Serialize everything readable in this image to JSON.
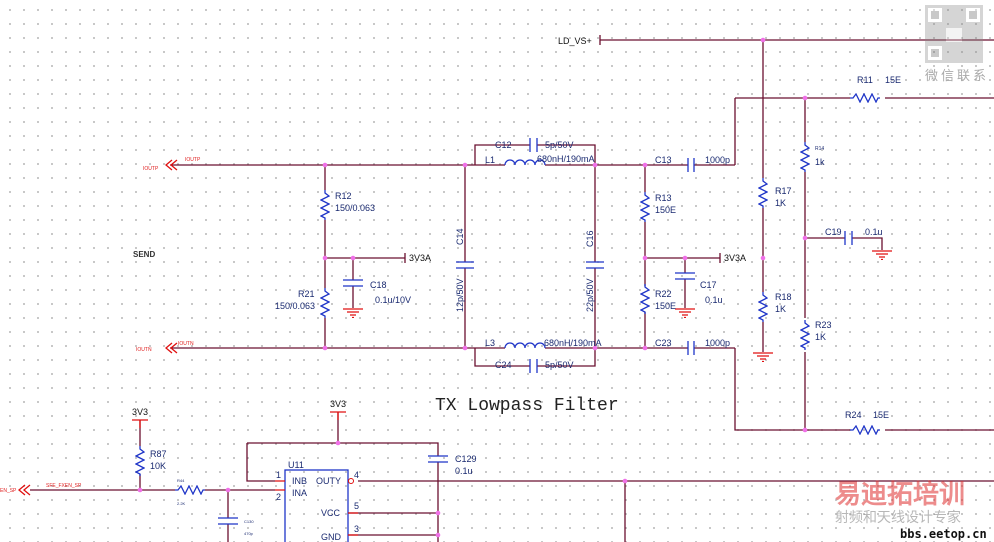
{
  "title": "TX Lowpass Filter",
  "nets": {
    "ld_vs": "LD_VS+",
    "v3a_1": "3V3A",
    "v3a_2": "3V3A",
    "v3_1": "3V3",
    "v3_2": "3V3",
    "iout_p": "IOUTP",
    "iout_n": "IOUTN",
    "send": "SEND",
    "sfe": "SFE_FXEN_SP",
    "sfe_port": "EN_SP"
  },
  "components": {
    "R11": {
      "ref": "R11",
      "value": "15E"
    },
    "R14": {
      "ref": "R14",
      "value": "1k"
    },
    "R17": {
      "ref": "R17",
      "value": "1K"
    },
    "R18": {
      "ref": "R18",
      "value": "1K"
    },
    "R23": {
      "ref": "R23",
      "value": "1K"
    },
    "R24": {
      "ref": "R24",
      "value": "15E"
    },
    "C19": {
      "ref": "C19",
      "value": "0.1u"
    },
    "R12": {
      "ref": "R12",
      "value": "150/0.063"
    },
    "R21": {
      "ref": "R21",
      "value": "150/0.063"
    },
    "C18": {
      "ref": "C18",
      "value": "0.1u/10V"
    },
    "C12": {
      "ref": "C12",
      "value": "5p/50V"
    },
    "C24": {
      "ref": "C24",
      "value": "5p/50V"
    },
    "L1": {
      "ref": "L1",
      "value": "680nH/190mA"
    },
    "L3": {
      "ref": "L3",
      "value": "680nH/190mA"
    },
    "C14": {
      "ref": "C14",
      "value": "12p/50V"
    },
    "C16": {
      "ref": "C16",
      "value": "22p/50V"
    },
    "C13": {
      "ref": "C13",
      "value": "1000p"
    },
    "C23": {
      "ref": "C23",
      "value": "1000p"
    },
    "R13": {
      "ref": "R13",
      "value": "150E"
    },
    "R22": {
      "ref": "R22",
      "value": "150E"
    },
    "C17": {
      "ref": "C17",
      "value": "0.1u"
    },
    "R87": {
      "ref": "R87",
      "value": "10K"
    },
    "R44": {
      "ref": "R44",
      "value": "2.2K"
    },
    "C130": {
      "ref": "C130",
      "value": "470p"
    },
    "C129": {
      "ref": "C129",
      "value": "0.1u"
    },
    "U11": {
      "ref": "U11",
      "pins": {
        "inb": "INB",
        "ina": "INA",
        "outy": "OUTY",
        "vcc": "VCC",
        "gnd": "GND",
        "p1": "1",
        "p2": "2",
        "p4": "4",
        "p5": "5",
        "p3": "3"
      }
    }
  },
  "watermark": {
    "qr_caption": "微信联系",
    "logo": "易迪拓培训",
    "slogan": "射频和天线设计专家",
    "site": "bbs.eetop.cn"
  },
  "colors": {
    "wire": "#6b1030",
    "component": "#1f35c8",
    "junction": "#f070e8",
    "pin": "#e01010"
  }
}
